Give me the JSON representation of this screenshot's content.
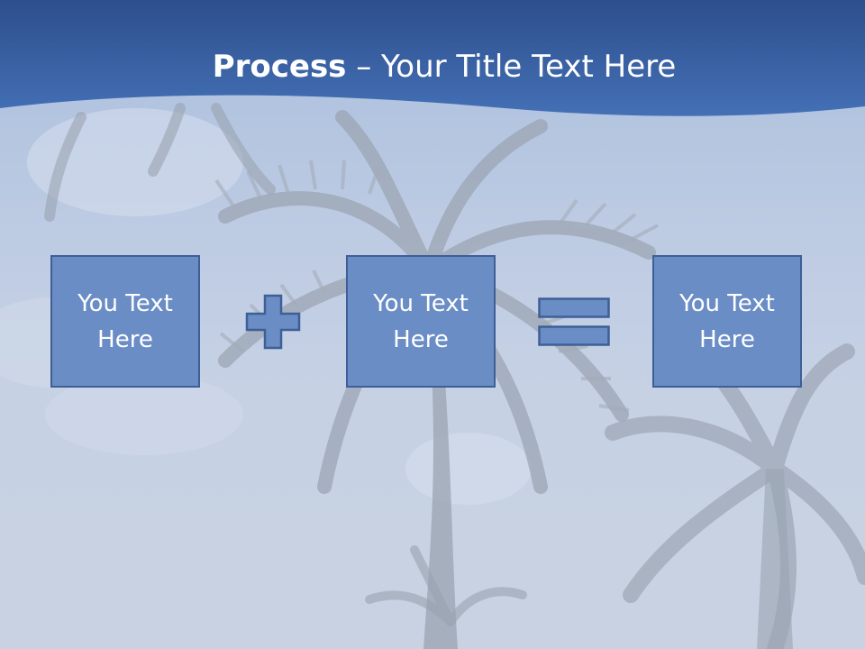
{
  "slide": {
    "title_bold": "Process",
    "title_rest": " – Your Title Text Here",
    "boxes": [
      {
        "text": "You Text Here"
      },
      {
        "text": "You Text Here"
      },
      {
        "text": "You Text Here"
      }
    ],
    "operators": [
      "plus-icon",
      "equals-icon"
    ],
    "colors": {
      "header": "#3a63a8",
      "box_fill": "#6a8dc6",
      "box_border": "#3e5f96",
      "title_text": "#ffffff"
    }
  }
}
